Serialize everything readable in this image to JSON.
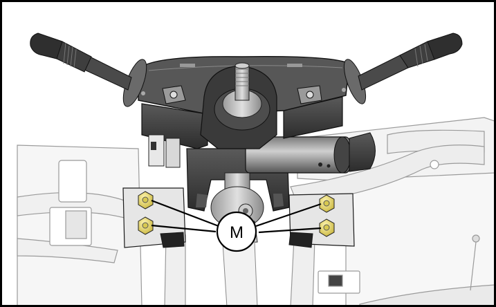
{
  "figure": {
    "callout_label": "M",
    "parts": {
      "left_stalk": "turn-signal-stalk",
      "right_stalk": "wiper-stalk",
      "switch_body": "combination-switch-assembly",
      "column_shaft": "steering-column-shaft",
      "bracket": "column-mounting-bracket",
      "motor": "lock-actuator-cylinder"
    },
    "colors": {
      "stroke": "#1a1a1a",
      "dark_part": "#3a3a3a",
      "mid_part": "#6e6e6e",
      "light_part": "#e9e9e9",
      "background_part": "#f4f4f4",
      "nut_fill": "#e8dc6a",
      "frame_border": "#000000"
    },
    "nut_count": 4
  }
}
